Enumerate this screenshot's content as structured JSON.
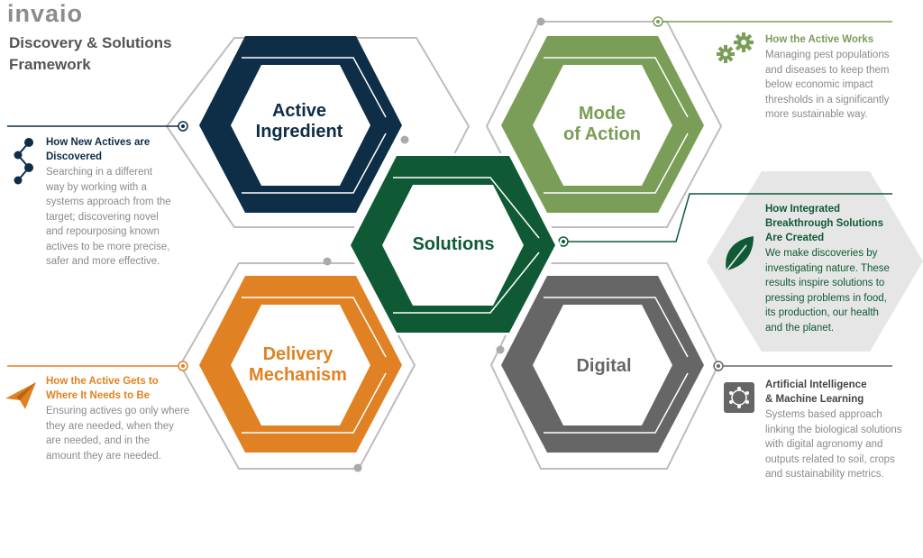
{
  "brand": {
    "name": "invaio"
  },
  "title": "Discovery & Solutions Framework",
  "colors": {
    "navy": "#0e2d47",
    "green": "#7a9d57",
    "darkgreen": "#0f5a35",
    "orange": "#e08223",
    "gray": "#666666",
    "lightgray": "#e6e6e6",
    "line": "#bdbdbd"
  },
  "hexagons": {
    "active_ingredient": {
      "line1": "Active",
      "line2": "Ingredient"
    },
    "mode_of_action": {
      "line1": "Mode",
      "line2": "of Action"
    },
    "solutions": {
      "line1": "Solutions"
    },
    "delivery_mechanism": {
      "line1": "Delivery",
      "line2": "Mechanism"
    },
    "digital": {
      "line1": "Digital"
    }
  },
  "blocks": {
    "new_actives": {
      "heading1": "How New Actives are",
      "heading2": "Discovered",
      "body": [
        "Searching in a different",
        "way by working with a",
        "systems approach from the",
        "target; discovering novel",
        "and repourposing known",
        "actives to be more precise,",
        "safer and more effective."
      ],
      "icon": "network-nodes-icon"
    },
    "active_works": {
      "heading1": "How the Active Works",
      "body": [
        "Managing pest populations",
        "and diseases to keep them",
        "below economic impact",
        "thresholds in a significantly",
        "more sustainable way."
      ],
      "icon": "gears-icon"
    },
    "integrated": {
      "heading1": "How Integrated",
      "heading2": "Breakthrough Solutions",
      "heading3": "Are Created",
      "body": [
        "We make discoveries by",
        "investigating nature. These",
        "results inspire solutions to",
        "pressing problems in food,",
        "its production, our health",
        "and the planet."
      ],
      "icon": "leaf-icon"
    },
    "active_gets": {
      "heading1": "How the Active Gets to",
      "heading2": "Where It Needs to Be",
      "body": [
        "Ensuring actives go only where",
        "they are needed, when they",
        "are needed, and in the",
        "amount they are needed."
      ],
      "icon": "paper-plane-icon"
    },
    "ai": {
      "heading1": "Artificial Intelligence",
      "heading2": "& Machine Learning",
      "body": [
        "Systems based approach",
        "linking  the biological solutions",
        "with digital agronomy and",
        "outputs related to soil, crops",
        "and sustainability metrics."
      ],
      "icon": "circuit-icon"
    }
  }
}
